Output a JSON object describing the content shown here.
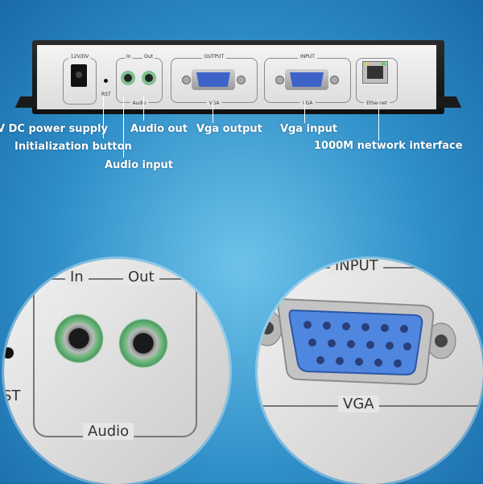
{
  "panel": {
    "dc_label": "12V/DV",
    "rst_label": "RST",
    "audio_in": "In",
    "audio_out": "Out",
    "audio_label": "Audio",
    "output_label": "OUTPUT",
    "input_label": "INPUT",
    "vga_label": "VGA",
    "ethernet_label": "Ethernet"
  },
  "annotations": {
    "power": "V DC power supply",
    "init": "Initialization button",
    "audio_in": "Audio input",
    "audio_out": "Audio out",
    "vga_out": "Vga output",
    "vga_in": "Vga input",
    "network": "1000M network interface"
  },
  "closeup_left": {
    "in_label": "In",
    "out_label": "Out",
    "audio_label": "Audio",
    "rst_fragment": "ST"
  },
  "closeup_right": {
    "input_label": "INPUT",
    "vga_label": "VGA"
  },
  "colors": {
    "background": "#2f8fc8",
    "vga_blue": "#3d63c9",
    "audio_green": "#6db97d"
  }
}
